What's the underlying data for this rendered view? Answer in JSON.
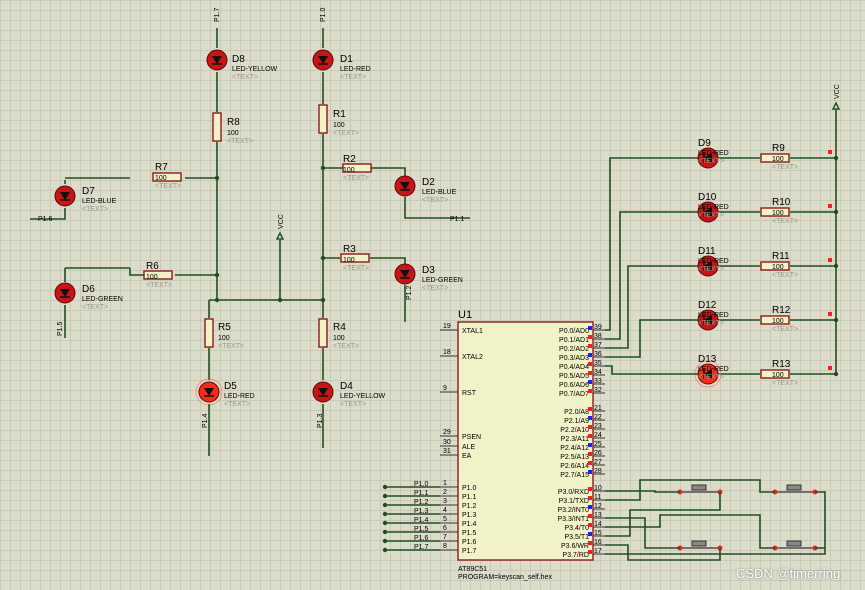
{
  "components": {
    "leds": [
      {
        "ref": "D8",
        "type": "LED-YELLOW",
        "lit": false
      },
      {
        "ref": "D1",
        "type": "LED-RED",
        "lit": false
      },
      {
        "ref": "D7",
        "type": "LED-BLUE",
        "lit": false
      },
      {
        "ref": "D2",
        "type": "LED-BLUE",
        "lit": false
      },
      {
        "ref": "D6",
        "type": "LED-GREEN",
        "lit": false
      },
      {
        "ref": "D3",
        "type": "LED-GREEN",
        "lit": false
      },
      {
        "ref": "D5",
        "type": "LED-RED",
        "lit": true
      },
      {
        "ref": "D4",
        "type": "LED-YELLOW",
        "lit": false
      },
      {
        "ref": "D9",
        "type": "LED-RED",
        "lit": false
      },
      {
        "ref": "D10",
        "type": "LED-RED",
        "lit": false
      },
      {
        "ref": "D11",
        "type": "LED-RED",
        "lit": false
      },
      {
        "ref": "D12",
        "type": "LED-RED",
        "lit": false
      },
      {
        "ref": "D13",
        "type": "LED-RED",
        "lit": true
      }
    ],
    "resistors": [
      {
        "ref": "R8",
        "value": "100"
      },
      {
        "ref": "R1",
        "value": "100"
      },
      {
        "ref": "R7",
        "value": "100"
      },
      {
        "ref": "R2",
        "value": "100"
      },
      {
        "ref": "R6",
        "value": "100"
      },
      {
        "ref": "R3",
        "value": "100"
      },
      {
        "ref": "R5",
        "value": "100"
      },
      {
        "ref": "R4",
        "value": "100"
      },
      {
        "ref": "R9",
        "value": "100"
      },
      {
        "ref": "R10",
        "value": "100"
      },
      {
        "ref": "R11",
        "value": "100"
      },
      {
        "ref": "R12",
        "value": "100"
      },
      {
        "ref": "R13",
        "value": "100"
      }
    ],
    "text_placeholder": "<TEXT>",
    "power_label": "VCC"
  },
  "net_labels": [
    "P1.7",
    "P1.0",
    "P1.6",
    "P1.1",
    "P1.5",
    "P1.2",
    "P1.4",
    "P1.3"
  ],
  "mcu": {
    "ref": "U1",
    "part": "AT89C51",
    "program": "PROGRAM=keyscan_self.hex",
    "left_pins": [
      {
        "num": "19",
        "name": "XTAL1"
      },
      {
        "num": "18",
        "name": "XTAL2"
      },
      {
        "num": "9",
        "name": "RST"
      },
      {
        "num": "29",
        "name": "PSEN"
      },
      {
        "num": "30",
        "name": "ALE"
      },
      {
        "num": "31",
        "name": "EA"
      },
      {
        "num": "1",
        "name": "P1.0"
      },
      {
        "num": "2",
        "name": "P1.1"
      },
      {
        "num": "3",
        "name": "P1.2"
      },
      {
        "num": "4",
        "name": "P1.3"
      },
      {
        "num": "5",
        "name": "P1.4"
      },
      {
        "num": "6",
        "name": "P1.5"
      },
      {
        "num": "7",
        "name": "P1.6"
      },
      {
        "num": "8",
        "name": "P1.7"
      }
    ],
    "right_pins": [
      {
        "num": "39",
        "name": "P0.0/AD0"
      },
      {
        "num": "38",
        "name": "P0.1/AD1"
      },
      {
        "num": "37",
        "name": "P0.2/AD2"
      },
      {
        "num": "36",
        "name": "P0.3/AD3"
      },
      {
        "num": "35",
        "name": "P0.4/AD4"
      },
      {
        "num": "34",
        "name": "P0.5/AD5"
      },
      {
        "num": "33",
        "name": "P0.6/AD6"
      },
      {
        "num": "32",
        "name": "P0.7/AD7"
      },
      {
        "num": "21",
        "name": "P2.0/A8"
      },
      {
        "num": "22",
        "name": "P2.1/A9"
      },
      {
        "num": "23",
        "name": "P2.2/A10"
      },
      {
        "num": "24",
        "name": "P2.3/A11"
      },
      {
        "num": "25",
        "name": "P2.4/A12"
      },
      {
        "num": "26",
        "name": "P2.5/A13"
      },
      {
        "num": "27",
        "name": "P2.6/A14"
      },
      {
        "num": "28",
        "name": "P2.7/A15"
      },
      {
        "num": "10",
        "name": "P3.0/RXD"
      },
      {
        "num": "11",
        "name": "P3.1/TXD"
      },
      {
        "num": "12",
        "name": "P3.2/INT0"
      },
      {
        "num": "13",
        "name": "P3.3/INT1"
      },
      {
        "num": "14",
        "name": "P3.4/T0"
      },
      {
        "num": "15",
        "name": "P3.5/T1"
      },
      {
        "num": "16",
        "name": "P3.6/WR"
      },
      {
        "num": "17",
        "name": "P3.7/RD"
      }
    ]
  },
  "watermark": "CSDN @timerring",
  "colors": {
    "wire": "#1f4f1f",
    "body": "#f2f2c8",
    "outline": "#8b1a1a",
    "led_off": "#c81414",
    "led_on": "#ff2a1a",
    "pin_red": "#e22",
    "pin_blue": "#22e"
  }
}
